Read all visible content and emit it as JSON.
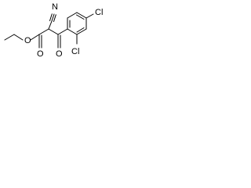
{
  "molecule": {
    "atoms": {
      "nitrogen": "N",
      "ester_oxygen_carbonyl": "O",
      "ester_oxygen_ether": "O",
      "ketone_oxygen": "O",
      "chlorine_para": "Cl",
      "chlorine_ortho": "Cl"
    },
    "colors": {
      "bond": "#000000",
      "text": "#000000",
      "background": "#ffffff"
    }
  }
}
